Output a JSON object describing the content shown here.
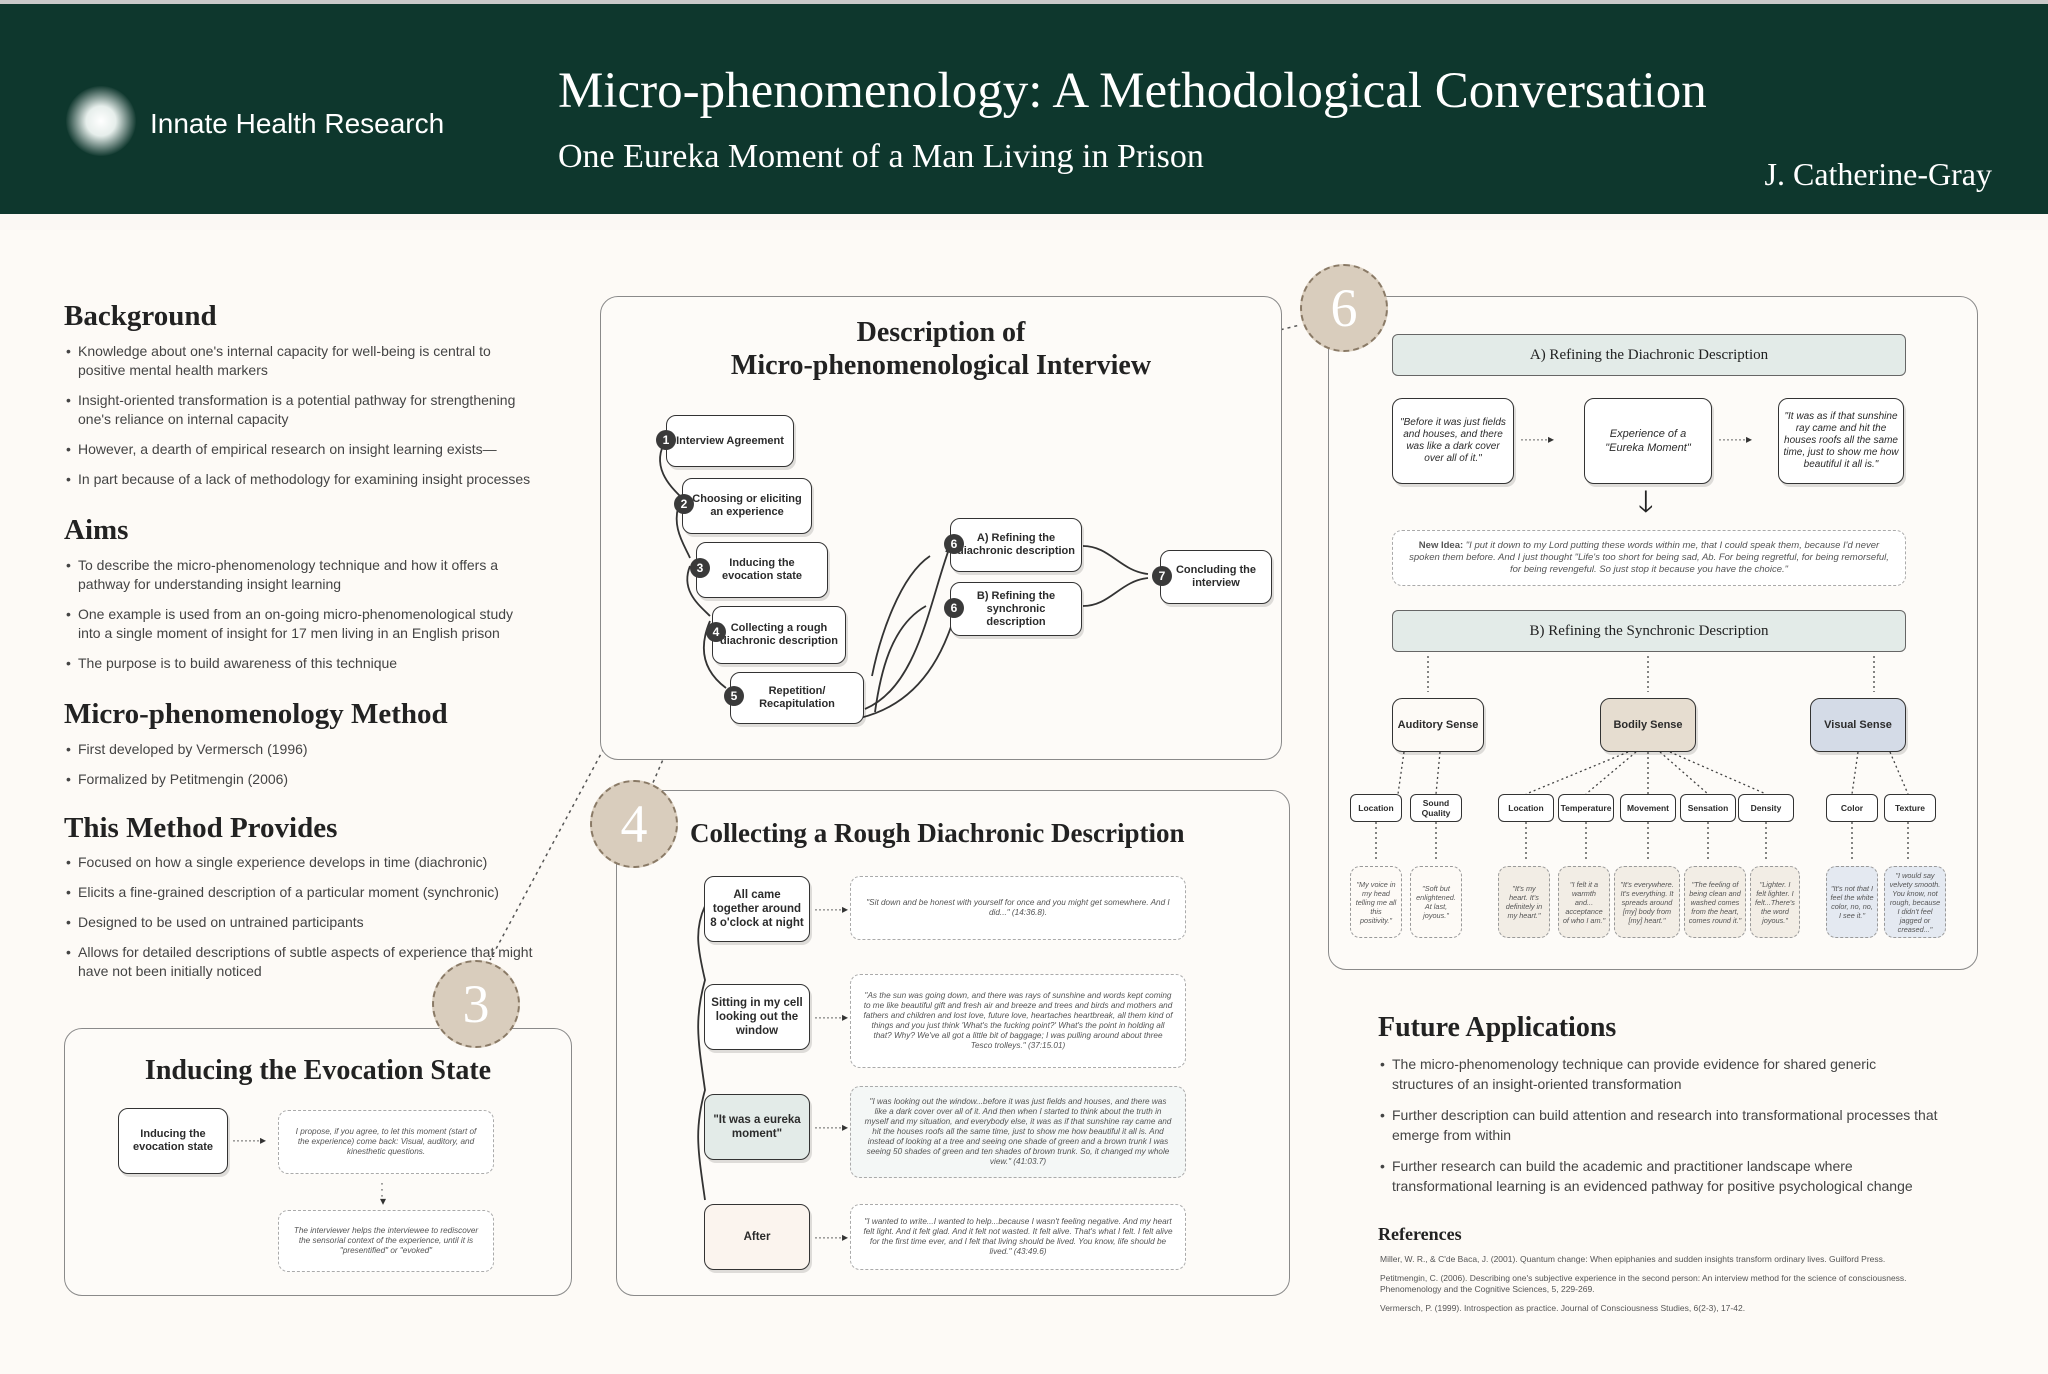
{
  "header": {
    "org": "Innate Health Research",
    "title": "Micro-phenomenology: A Methodological Conversation",
    "subtitle": "One Eureka Moment of a Man Living in Prison",
    "author": "J. Catherine-Gray"
  },
  "left": {
    "background": {
      "heading": "Background",
      "items": [
        "Knowledge about one's internal capacity for well-being is central to positive mental health markers",
        "Insight-oriented transformation is a potential pathway for strengthening one's reliance on internal capacity",
        "However, a dearth of empirical research on insight learning exists—",
        "In part because of a lack of methodology for examining insight processes"
      ]
    },
    "aims": {
      "heading": "Aims",
      "items": [
        "To describe the micro-phenomenology technique and how it offers a pathway for understanding insight learning",
        "One example is used from an on-going micro-phenomenological study into a single moment of insight for 17 men living in an English prison",
        "The purpose is to build awareness of this technique"
      ]
    },
    "method": {
      "heading": "Micro-phenomenology Method",
      "items": [
        "First developed by Vermersch (1996)",
        "Formalized by Petitmengin (2006)"
      ]
    },
    "provides": {
      "heading": "This Method Provides",
      "items": [
        "Focused on how a single experience develops in time (diachronic)",
        "Elicits a fine-grained description of a particular moment (synchronic)",
        "Designed to be used on untrained participants",
        "Allows for detailed descriptions of subtle aspects of experience that might have not been initially noticed"
      ]
    }
  },
  "evocation": {
    "badge": "3",
    "title": "Inducing the Evocation State",
    "node": "Inducing the evocation state",
    "quote1": "I propose, if you agree, to let this moment (start of the experience) come back: Visual, auditory, and kinesthetic questions.",
    "quote2": "The interviewer helps the interviewee to rediscover the sensorial context of the experience, until it is \"presentified\" or \"evoked\""
  },
  "interview": {
    "title_line1": "Description of",
    "title_line2": "Micro-phenomenological Interview",
    "steps": [
      {
        "num": "1",
        "label": "Interview Agreement"
      },
      {
        "num": "2",
        "label": "Choosing or eliciting an experience"
      },
      {
        "num": "3",
        "label": "Inducing the evocation state"
      },
      {
        "num": "4",
        "label": "Collecting a rough diachronic description"
      },
      {
        "num": "5",
        "label": "Repetition/ Recapitulation"
      },
      {
        "num": "6",
        "label": "A) Refining the diachronic description"
      },
      {
        "num": "6",
        "label": "B) Refining the synchronic description"
      },
      {
        "num": "7",
        "label": "Concluding the interview"
      }
    ]
  },
  "diachronic": {
    "badge": "4",
    "title": "Collecting a Rough Diachronic Description",
    "rows": [
      {
        "label": "All came together around 8 o'clock at night",
        "quote": "\"Sit down and be honest with yourself for once and you might get somewhere. And I did...\" (14:36.8)."
      },
      {
        "label": "Sitting in my cell looking out the window",
        "quote": "\"As the sun was going down, and there was rays of sunshine and words kept coming to me like beautiful gift and fresh air and breeze and trees and birds and mothers and fathers and children and lost love, future love, heartaches heartbreak, all them kind of things and you just think 'What's the fucking point?' What's the point in holding all that? Why? We've all got a little bit of baggage; I was pulling around about three Tesco trolleys.\" (37:15.01)"
      },
      {
        "label": "\"It was a eureka moment\"",
        "quote": "\"I was looking out the window...before it was just fields and houses, and there was like a dark cover over all of it. And then when I started to think about the truth in myself and my situation, and everybody else, it was as if that sunshine ray came and hit the houses roofs all the same time, just to show me how beautiful it all is. And instead of looking at a tree and seeing one shade of green and a brown trunk I was seeing 50 shades of green and ten shades of brown trunk. So, it changed my whole view.\" (41:03.7)"
      },
      {
        "label": "After",
        "quote": "\"I wanted to write...I wanted to help...because I wasn't feeling negative. And my heart felt light. And it felt glad. And it felt not wasted. It felt alive. That's what I felt. I felt alive for the first time ever, and I felt that living should be lived. You know, life should be lived.\" (43:49.6)"
      }
    ]
  },
  "refining": {
    "badge": "6",
    "a_title": "A) Refining the Diachronic Description",
    "before": "\"Before it was just fields and houses, and there was like a dark cover over all of it.\"",
    "experience": "Experience of a \"Eureka Moment\"",
    "after": "\"It was as if that sunshine ray came and hit the houses roofs all the same time, just to show me how beautiful it all is.\"",
    "new_idea_label": "New Idea:",
    "new_idea": "\"I put it down to my Lord putting these words within me, that I could speak them, because I'd never spoken them before. And I just thought \"Life's too short for being sad, Ab. For being regretful, for being remorseful, for being revengeful. So just stop it because you have the choice.\"",
    "b_title": "B) Refining the Synchronic Description",
    "senses": [
      {
        "name": "Auditory Sense",
        "color": "#fdfaf6"
      },
      {
        "name": "Bodily Sense",
        "color": "#e6ddd0"
      },
      {
        "name": "Visual Sense",
        "color": "#d4dbe7"
      }
    ],
    "subs": [
      "Location",
      "Sound Quality",
      "Location",
      "Temperature",
      "Movement",
      "Sensation",
      "Density",
      "Color",
      "Texture"
    ],
    "quotes": [
      "\"My voice in my head telling me all this positivity.\"",
      "\"Soft but enlightened. At last, joyous.\"",
      "\"It's my heart. It's definitely in my heart.\"",
      "\"I felt it a warmth and... acceptance of who I am.\"",
      "\"It's everywhere. It's everything. It spreads around [my] body from [my] heart.\"",
      "\"The feeling of being clean and washed comes from the heart, comes round it.\"",
      "\"Lighter. I felt lighter. I felt...There's the word joyous.\"",
      "\"It's not that I feel the white color, no, no, I see it.\"",
      "\"I would say velvety smooth. You know, not rough, because I didn't feel jagged or creased...\""
    ]
  },
  "future": {
    "heading": "Future Applications",
    "items": [
      "The micro-phenomenology technique can provide evidence for shared generic structures of an insight-oriented transformation",
      "Further description can build attention and research into transformational processes that emerge from within",
      "Further research can build the academic and practitioner landscape where transformational learning is an evidenced pathway for positive psychological change"
    ]
  },
  "references": {
    "heading": "References",
    "items": [
      "Miller, W. R., & C'de Baca, J. (2001). Quantum change: When epiphanies and sudden insights transform ordinary lives. Guilford Press.",
      "Petitmengin, C. (2006). Describing one's subjective experience in the second person: An interview method for the science of consciousness. Phenomenology and the Cognitive Sciences, 5, 229-269.",
      "Vermersch, P. (1999). Introspection as practice. Journal of Consciousness Studies, 6(2-3), 17-42."
    ]
  }
}
